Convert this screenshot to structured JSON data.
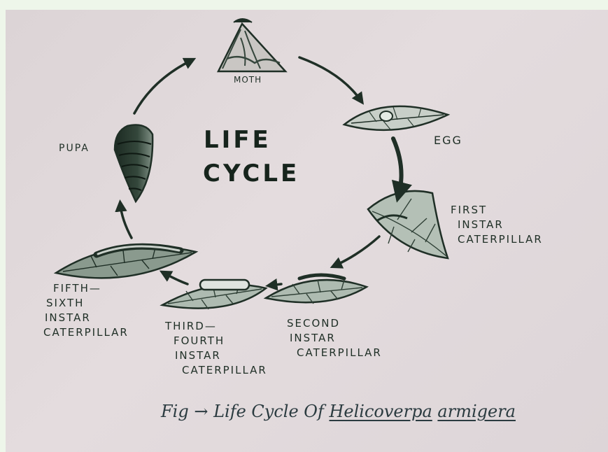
{
  "diagram": {
    "title_line1": "LIFE",
    "title_line2": "CYCLE",
    "stages": {
      "moth": "MOTH",
      "egg": "EGG",
      "first_instar": [
        "FIRST",
        "INSTAR",
        "CATERPILLAR"
      ],
      "second_instar": [
        "SECOND",
        "INSTAR",
        "CATERPILLAR"
      ],
      "third_fourth_instar": [
        "THIRD—",
        "FOURTH",
        "INSTAR",
        "CATERPILLAR"
      ],
      "fifth_sixth_instar": [
        "FIFTH—",
        "SIXTH",
        "INSTAR",
        "CATERPILLAR"
      ],
      "pupa": "PUPA"
    },
    "caption": {
      "prefix": "Fig",
      "arrow": "→",
      "text": "Life Cycle Of",
      "genus": "Helicoverpa",
      "species": "armigera"
    }
  },
  "colors": {
    "paper": "#e2dadc",
    "frame": "#eef6ea",
    "ink": "#1f2f26",
    "leaf_fill": "#a9b7ab"
  }
}
